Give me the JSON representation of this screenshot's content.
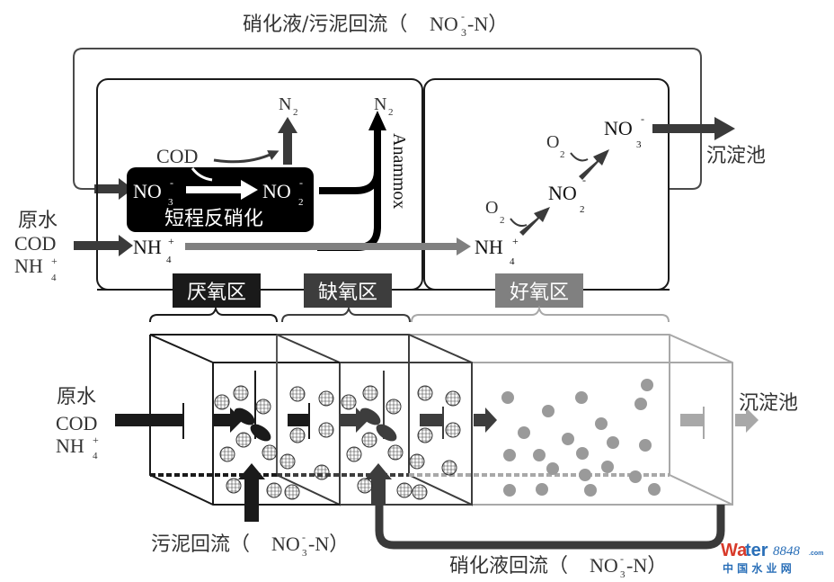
{
  "title": {
    "prefix": "硝化液/污泥回流（",
    "species": "NO",
    "sub": "3",
    "sup": "-",
    "suffix": "-N）"
  },
  "process": {
    "short_denitrification_label": "短程反硝化",
    "nitrate": {
      "base": "NO",
      "sub": "3",
      "sup": "-"
    },
    "nitrite": {
      "base": "NO",
      "sub": "2",
      "sup": "-"
    },
    "cod": "COD",
    "n2": {
      "base": "N",
      "sub": "2"
    },
    "ammonium": {
      "base": "NH",
      "sub": "4",
      "sup": "+"
    },
    "anammox": "Anammox",
    "oxygen": {
      "base": "O",
      "sub": "2"
    },
    "settling_tank": "沉淀池"
  },
  "influent": {
    "line1": "原水",
    "line2": "COD",
    "line3_base": "NH",
    "line3_sub": "4",
    "line3_sup": "+"
  },
  "zones": [
    {
      "label": "厌氧区",
      "color": "#1a1a1a"
    },
    {
      "label": "缺氧区",
      "color": "#3d3d3d"
    },
    {
      "label": "好氧区",
      "color": "#808080"
    }
  ],
  "bottom": {
    "influent_line1": "原水",
    "influent_line2": "COD",
    "influent_line3_base": "NH",
    "influent_line3_sub": "4",
    "influent_line3_sup": "+",
    "settling_tank": "沉淀池",
    "sludge_return": {
      "prefix": "污泥回流（",
      "base": "NO",
      "sub": "3",
      "sup": "-",
      "suffix": "-N）"
    },
    "nitrified_return": {
      "prefix": "硝化液回流（",
      "base": "NO",
      "sub": "3",
      "sup": "-",
      "suffix": "-N）"
    }
  },
  "watermark": {
    "part1": "Wa",
    "part2": "ter",
    "part3": "8848",
    "part4": ".com",
    "line2": "中 国 水 业 网"
  },
  "colors": {
    "anaerobic": "#1a1a1a",
    "anoxic": "#3d3d3d",
    "aerobic": "#808080",
    "aerobic_light": "#a8a8a8",
    "arrow_dark": "#3a3a3a"
  }
}
